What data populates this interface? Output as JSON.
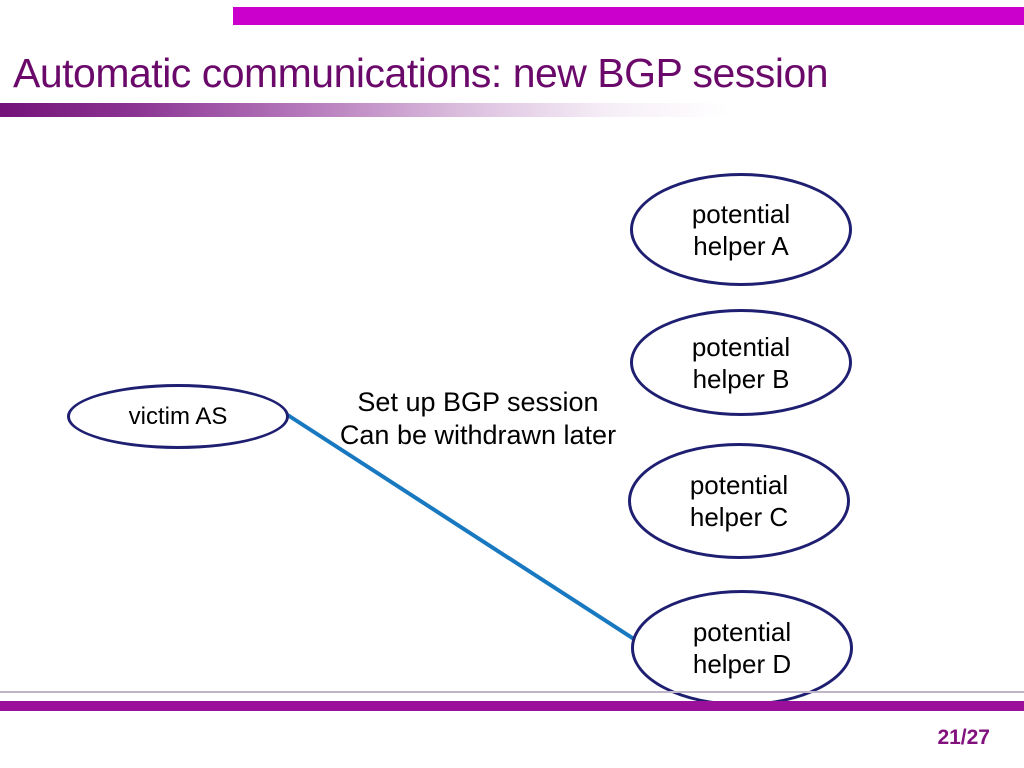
{
  "slide": {
    "title": "Automatic communications: new BGP session",
    "page_number": "21/27"
  },
  "diagram": {
    "victim": {
      "label": "victim AS"
    },
    "helpers": [
      {
        "label_top": "potential",
        "label_bottom": "helper A"
      },
      {
        "label_top": "potential",
        "label_bottom": "helper B"
      },
      {
        "label_top": "potential",
        "label_bottom": "helper C"
      },
      {
        "label_top": "potential",
        "label_bottom": "helper D"
      }
    ],
    "annotation": {
      "line1": "Set up BGP session",
      "line2": "Can be withdrawn later"
    },
    "connection": {
      "from": "victim AS",
      "to": "potential helper D"
    }
  },
  "colors": {
    "top_bar": "#cc00cc",
    "title": "#6b096b",
    "gradient_bar_start": "#731279",
    "ellipse_border": "#1f1f72",
    "connection_line": "#1878c0",
    "footer_bar": "#9b109b",
    "footer_thin_line": "#beb6c8",
    "page_number": "#83117d",
    "body_text": "#000000"
  }
}
